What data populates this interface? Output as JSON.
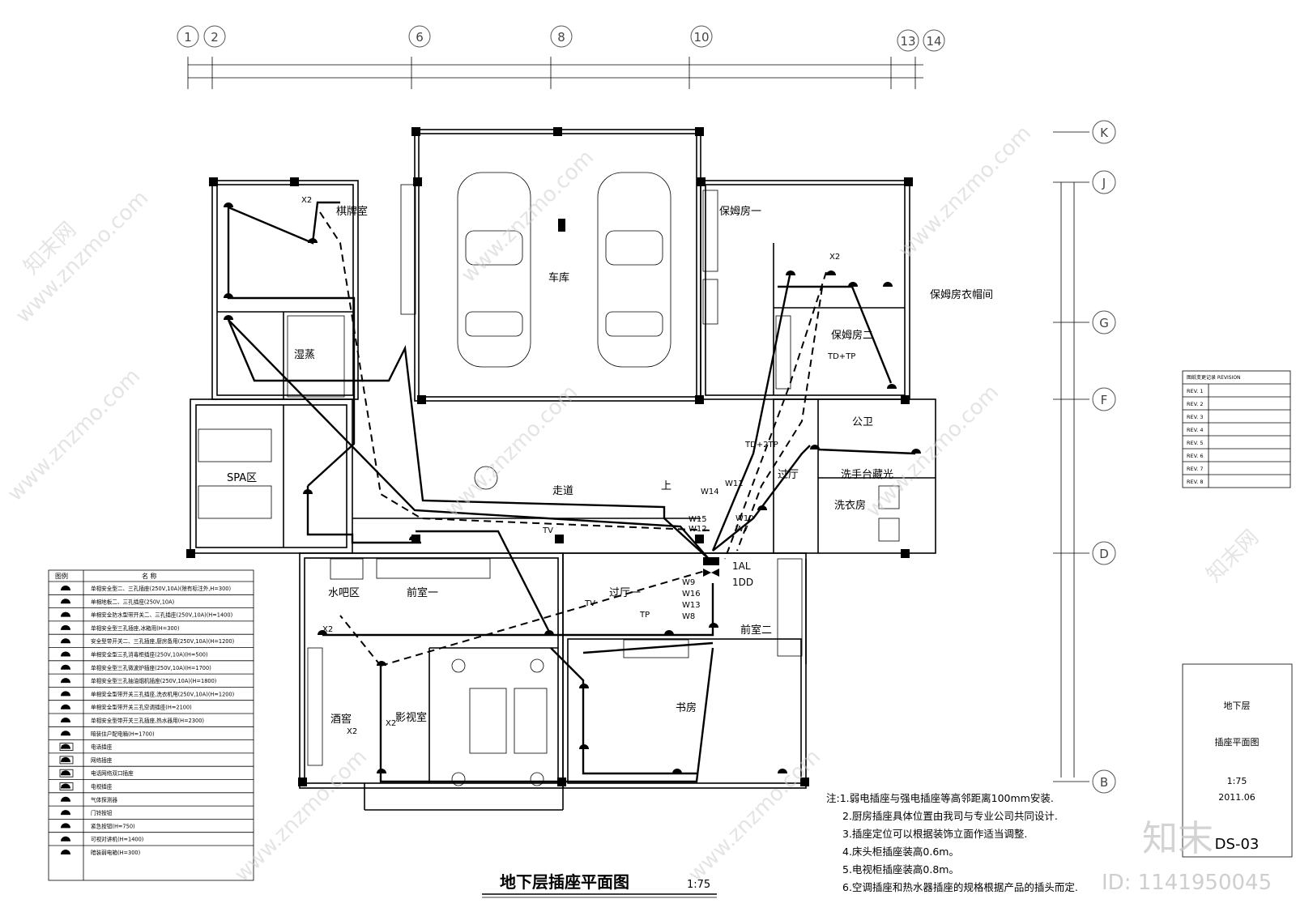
{
  "drawing": {
    "title": "地下层插座平面图",
    "scale": "1:75"
  },
  "grid": {
    "vertical": [
      "1",
      "2",
      "6",
      "8",
      "10",
      "13",
      "14"
    ],
    "horizontal": [
      "K",
      "J",
      "G",
      "F",
      "D",
      "B"
    ]
  },
  "rooms": {
    "chess_room": "棋牌室",
    "garage": "车库",
    "nanny_room_1": "保姆房一",
    "nanny_cloakroom": "保姆房衣帽间",
    "nanny_room_2": "保姆房二",
    "steam": "湿蒸",
    "spa": "SPA区",
    "public_wc": "公卫",
    "hall_small": "过厅",
    "wash_basin": "洗手台藏光",
    "laundry": "洗衣房",
    "corridor": "走道",
    "up": "上",
    "water_bar": "水吧区",
    "anteroom_1": "前室一",
    "hall_1": "过厅一",
    "anteroom_2": "前室二",
    "study": "书房",
    "wine_cellar": "酒窖",
    "theater": "影视室"
  },
  "labels": {
    "al": "1AL",
    "dd": "1DD",
    "tv1": "TV",
    "tv2": "TV",
    "tp": "TP",
    "td_tp": "TD+TP",
    "td_2tp": "TD+2TP",
    "x2a": "X2",
    "x2b": "X2",
    "x2c": "X2",
    "x2d": "X2",
    "x2e": "X2",
    "w14": "W14",
    "w11": "W11",
    "w15": "W15",
    "w12": "W12",
    "w10": "W10",
    "w7": "W7",
    "w9": "W9",
    "w16": "W16",
    "w13": "W13",
    "w8": "W8"
  },
  "legend": {
    "header_symbol": "图例",
    "header_name": "名 称",
    "rows": [
      "单相安全型二、三孔插座(250V,10A)(除有标注外,H=300)",
      "单相地板二、三孔插座(250V,10A)",
      "单相安全防水型带开关二、三孔插座(250V,10A)(H=1400)",
      "单相安全型三孔插座,冰箱用(H=300)",
      "安全型带开关二、三孔插座,厨房备用(250V,10A)(H=1200)",
      "单相安全型三孔消毒柜插座(250V,10A)(H=500)",
      "单相安全型三孔微波炉插座(250V,10A)(H=1700)",
      "单相安全型三孔抽油烟机插座(250V,10A)(H=1800)",
      "单相安全型带开关三孔插座,洗衣机用(250V,10A)(H=1200)",
      "单相安全型带开关三孔空调插座(H=2100)",
      "单相安全型带开关三孔插座,热水器用(H=2300)",
      "暗装住户配电箱(H=1700)",
      "电话插座",
      "网络插座",
      "电话网络双口插座",
      "电视插座",
      "气体探测器",
      "门铃按钮",
      "紧急按钮(H=750)",
      "可视对讲机(H=1400)",
      "暗装弱电箱(H=300)"
    ],
    "codes": [
      "TP",
      "TD",
      "TO",
      "TV"
    ]
  },
  "notes": [
    "注:1.弱电插座与强电插座等高邻距离100mm安装.",
    "2.厨房插座具体位置由我司与专业公司共同设计.",
    "3.插座定位可以根据装饰立面作适当调整.",
    "4.床头柜插座装高0.6m。",
    "5.电视柜插座装高0.8m。",
    "6.空调插座和热水器插座的规格根据产品的插头而定."
  ],
  "revision": {
    "title": "图纸变更记录 REVISION",
    "rows": [
      "REV. 1",
      "REV. 2",
      "REV. 3",
      "REV. 4",
      "REV. 5",
      "REV. 6",
      "REV. 7",
      "REV. 8"
    ]
  },
  "title_block": {
    "floor": "地下层",
    "sheet_name": "插座平面图",
    "scale": "1:75",
    "date": "2011.06",
    "sheet_no": "DS-03"
  },
  "watermark": {
    "text": "www.znzmo.com",
    "brand": "知末",
    "brand_cn": "知末网",
    "id": "ID: 1141950045"
  }
}
